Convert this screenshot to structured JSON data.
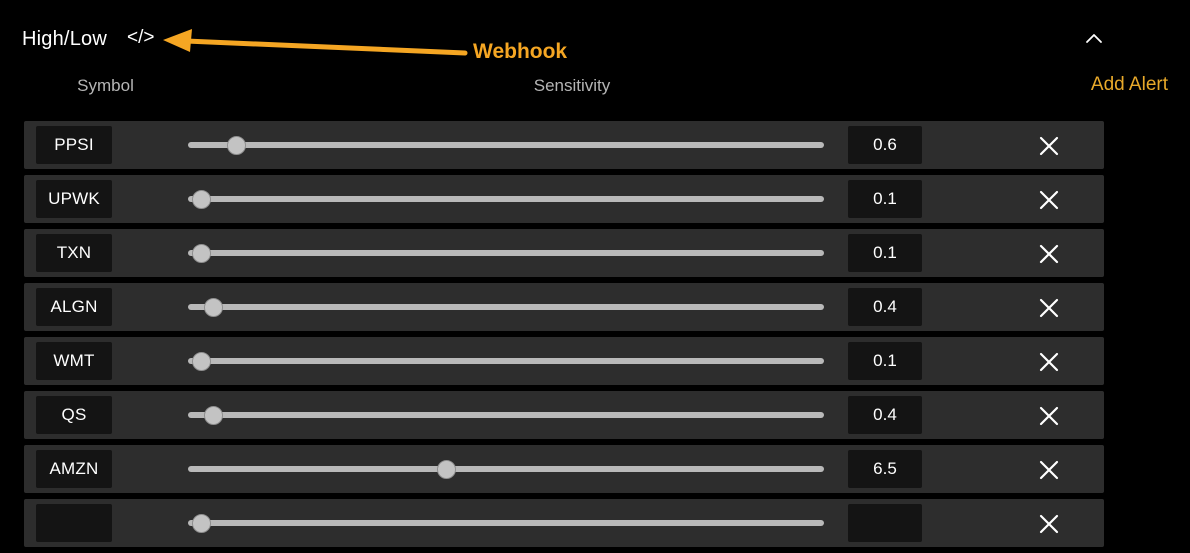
{
  "panel": {
    "title": "High/Low",
    "code_icon": "</>",
    "collapse_icon": "chevron-up-icon"
  },
  "columns": {
    "symbol": "Symbol",
    "sensitivity": "Sensitivity",
    "add_alert": "Add Alert"
  },
  "annotation": {
    "label": "Webhook",
    "color": "#f5a623",
    "points_to": "code-icon"
  },
  "colors": {
    "background": "#000000",
    "row_background": "#2d2d2d",
    "field_background": "#141414",
    "accent": "#e8a92a",
    "annotation": "#f5a623",
    "slider_track": "#b9b9b9",
    "slider_thumb": "#c3c3c3",
    "header_text": "#b5b5b5",
    "text": "#ffffff"
  },
  "rows": [
    {
      "symbol": "PPSI",
      "sensitivity": "0.6",
      "thumb_pct": 7.5,
      "remove_icon": "close-icon"
    },
    {
      "symbol": "UPWK",
      "sensitivity": "0.1",
      "thumb_pct": 2.0,
      "remove_icon": "close-icon"
    },
    {
      "symbol": "TXN",
      "sensitivity": "0.1",
      "thumb_pct": 2.0,
      "remove_icon": "close-icon"
    },
    {
      "symbol": "ALGN",
      "sensitivity": "0.4",
      "thumb_pct": 4.0,
      "remove_icon": "close-icon"
    },
    {
      "symbol": "WMT",
      "sensitivity": "0.1",
      "thumb_pct": 2.0,
      "remove_icon": "close-icon"
    },
    {
      "symbol": "QS",
      "sensitivity": "0.4",
      "thumb_pct": 4.0,
      "remove_icon": "close-icon"
    },
    {
      "symbol": "AMZN",
      "sensitivity": "6.5",
      "thumb_pct": 40.5,
      "remove_icon": "close-icon"
    },
    {
      "symbol": "",
      "sensitivity": "",
      "thumb_pct": 2.0,
      "remove_icon": "close-icon"
    }
  ]
}
